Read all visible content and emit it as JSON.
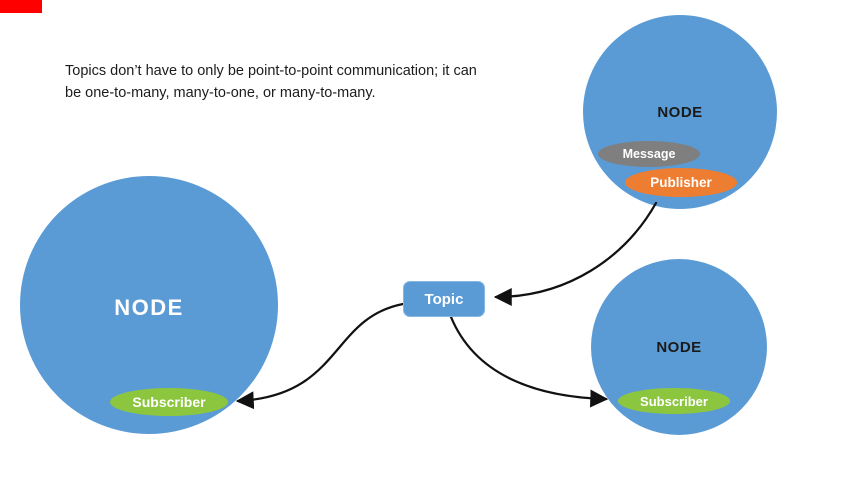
{
  "slide": {
    "description": "Topics don’t have to only be point-to-point communication; it can be one-to-many, many-to-one, or many-to-many."
  },
  "topic": {
    "label": "Topic"
  },
  "nodes": {
    "left": {
      "label": "NODE",
      "subscriber_label": "Subscriber"
    },
    "top_right": {
      "label": "NODE",
      "message_label": "Message",
      "publisher_label": "Publisher"
    },
    "bottom_right": {
      "label": "NODE",
      "subscriber_label": "Subscriber"
    }
  },
  "colors": {
    "node_blue": "#5b9bd5",
    "topic_blue": "#5b9bd5",
    "subscriber_green": "#8cc63f",
    "publisher_orange": "#ed7d31",
    "message_gray": "#7f7f7f",
    "red_marker": "#fe0000",
    "arrow_black": "#111111",
    "text_dark": "#1c1c1c",
    "text_white": "#ffffff"
  }
}
